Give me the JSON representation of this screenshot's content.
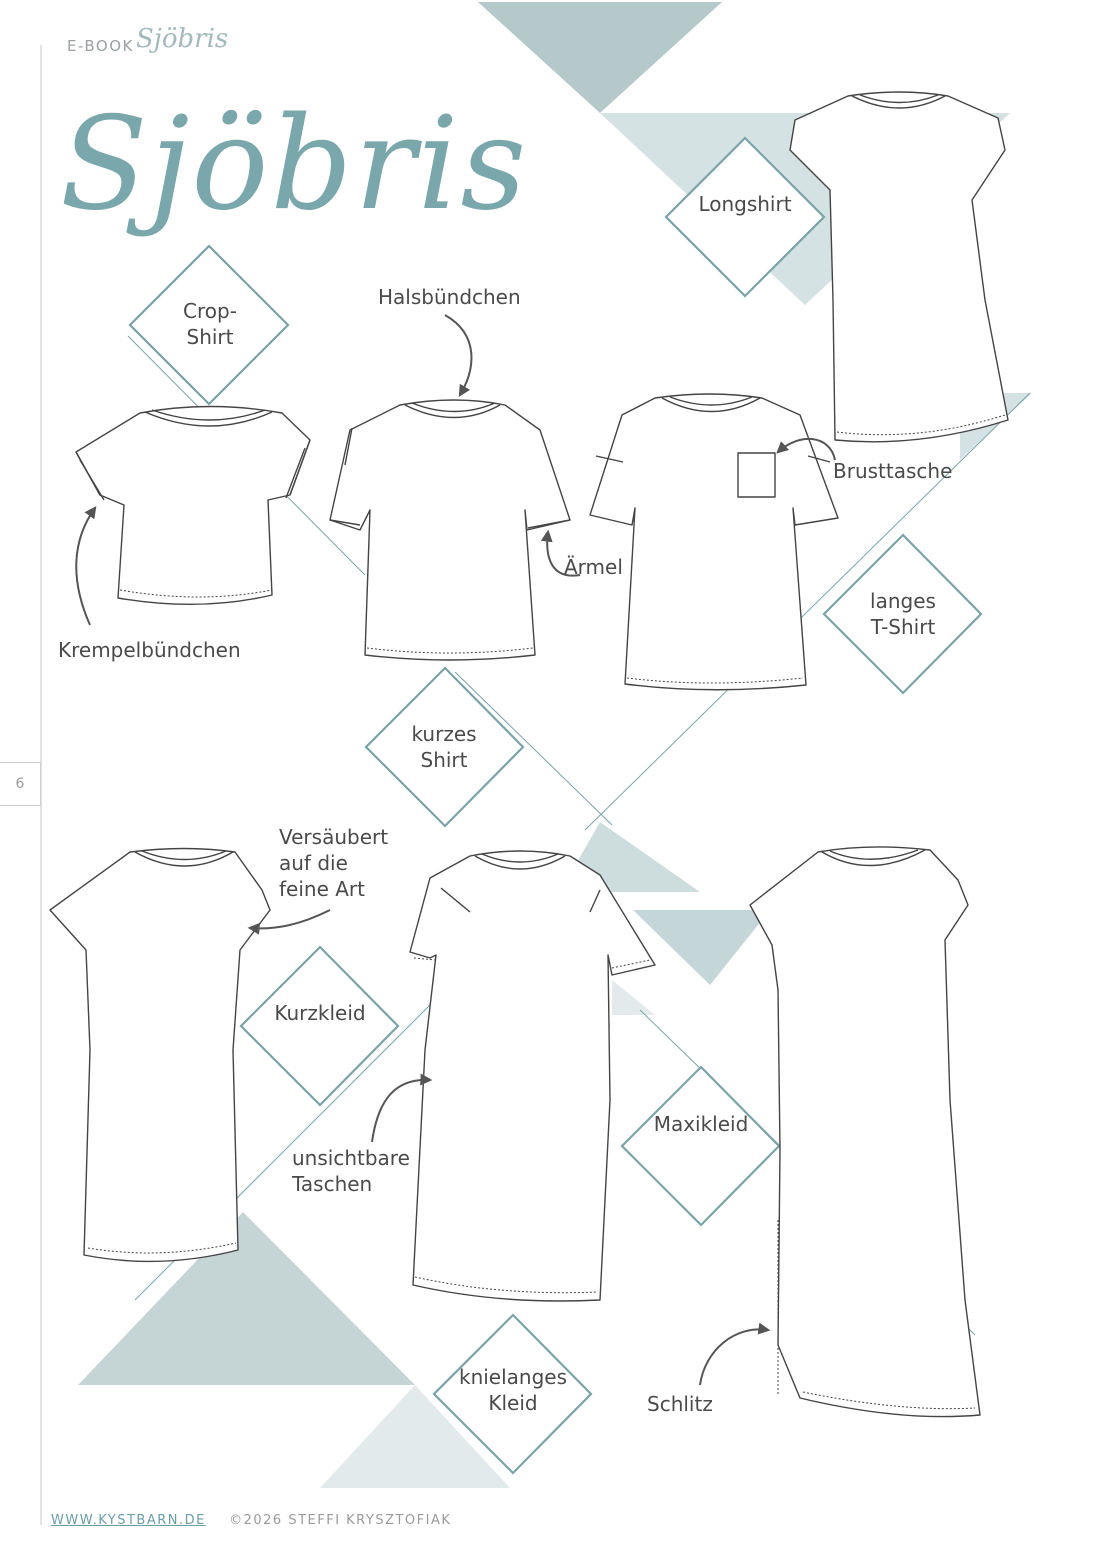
{
  "header": {
    "ebook_label": "E-BOOK",
    "brand_small": "Sjöbris",
    "title_script": "Sjöbris"
  },
  "page_number": "6",
  "variants": {
    "crop_shirt": [
      "Crop-",
      "Shirt"
    ],
    "longshirt": "Longshirt",
    "langes_tshirt": [
      "langes",
      "T-Shirt"
    ],
    "kurzes_shirt": [
      "kurzes",
      "Shirt"
    ],
    "kurzkleid": "Kurzkleid",
    "maxikleid": "Maxikleid",
    "knielanges_kleid": [
      "knielanges",
      "Kleid"
    ]
  },
  "annotations": {
    "halsbuendchen": "Halsbündchen",
    "brusttasche": "Brusttasche",
    "aermel": "Ärmel",
    "krempelbuendchen": "Krempelbündchen",
    "versaeubert": [
      "Versäubert",
      "auf die",
      "feine Art"
    ],
    "unsichtbare_taschen": [
      "unsichtbare",
      "Taschen"
    ],
    "schlitz": "Schlitz"
  },
  "footer": {
    "website": "WWW.KYSTBARN.DE",
    "copyright": "©2026 STEFFI KRYSZTOFIAK"
  },
  "colors": {
    "teal": "#7aa3a8",
    "triangle_dark": "#b5c9cb",
    "triangle_mid": "#cddcdd",
    "triangle_light": "#e2eaeb",
    "line": "#555555",
    "text": "#4a4a4a"
  }
}
